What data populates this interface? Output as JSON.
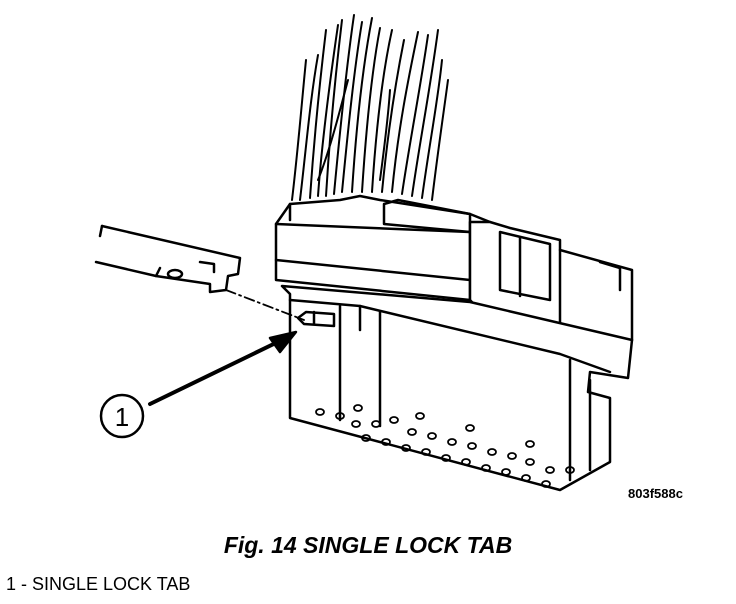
{
  "figure": {
    "callout_number": "1",
    "reference_code": "803f588c",
    "caption": "Fig. 14 SINGLE LOCK TAB",
    "legend_item": "1 - SINGLE LOCK TAB"
  }
}
